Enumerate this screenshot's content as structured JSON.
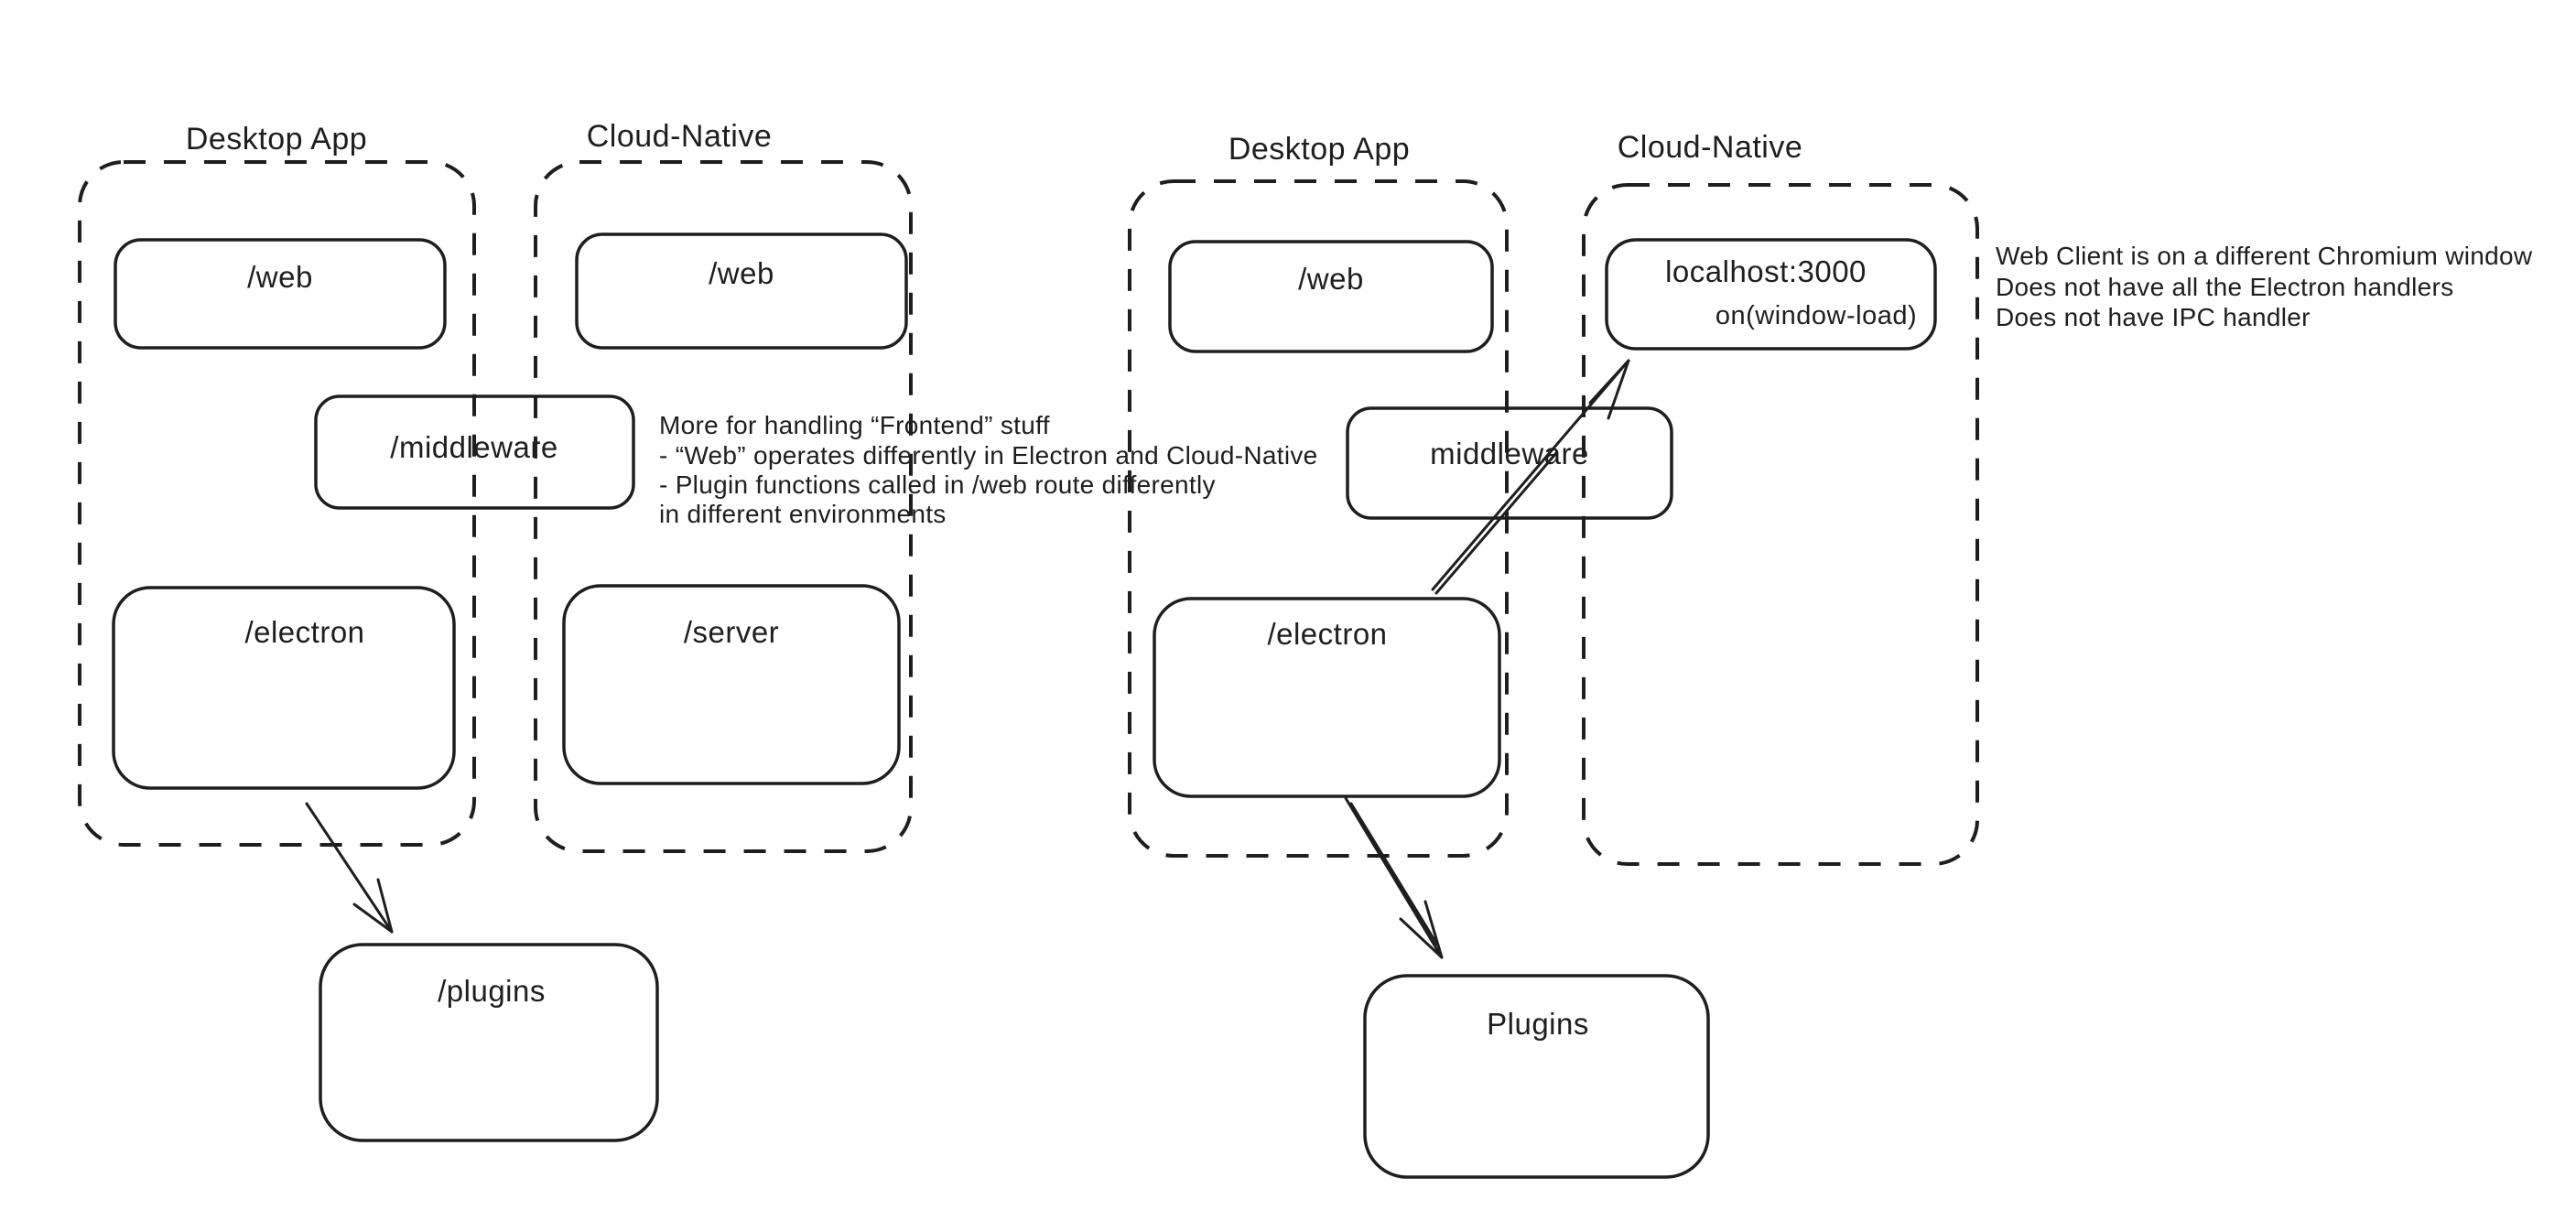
{
  "palette": {
    "background": "#ffffff",
    "stroke": "#1e1e1e",
    "green": "#3f9e4f",
    "red": "#d33a32"
  },
  "left": {
    "desktop_label": "Desktop App",
    "cloud_label": "Cloud-Native",
    "web_desktop": "/web",
    "web_cloud": "/web",
    "middleware": "/middleware",
    "electron": "/electron",
    "server": "/server",
    "plugins": "/plugins",
    "note_lines": [
      "More for handling “Frontend” stuff",
      "- “Web” operates differently in Electron and Cloud-Native",
      "- Plugin functions called in /web route differently",
      "in different environments"
    ]
  },
  "right": {
    "desktop_label": "Desktop App",
    "cloud_label": "Cloud-Native",
    "web": "/web",
    "localhost": "localhost:3000",
    "window_load": "on(window-load)",
    "middleware": "middleware",
    "electron": "/electron",
    "plugins": "Plugins",
    "note_lines": [
      "Web Client is on a different Chromium window",
      "Does not have all the Electron handlers",
      "Does not have IPC handler"
    ]
  }
}
